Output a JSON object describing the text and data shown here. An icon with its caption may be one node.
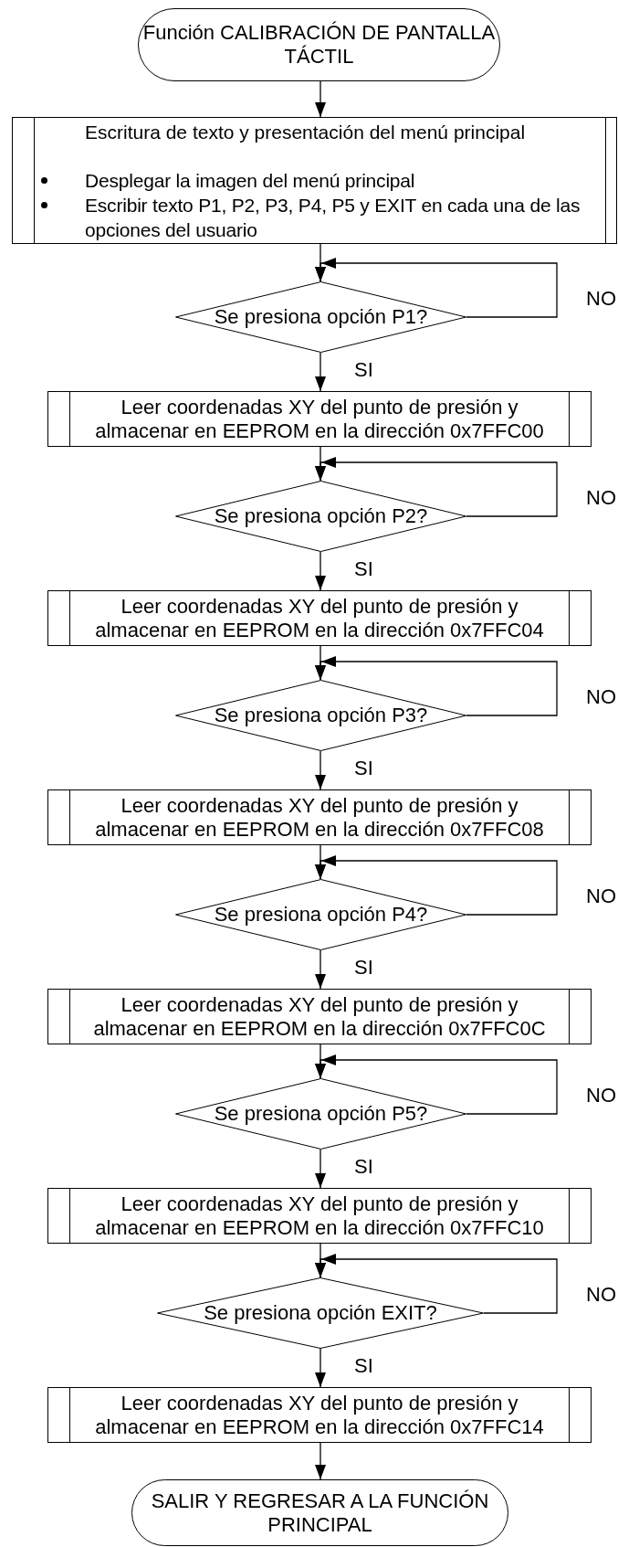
{
  "diagram": {
    "nodes": [
      {
        "text": [
          "Función CALIBRACIÓN DE PANTALLA TÁCTIL"
        ]
      },
      {
        "text": [
          "Escritura de texto y presentación del menú principal",
          "Desplegar la imagen del menú principal",
          "Escribir texto P1, P2, P3, P4, P5 y EXIT en cada una de las opciones del usuario"
        ]
      },
      {
        "text": [
          "Se presiona opción P1?"
        ]
      },
      {
        "text": [
          "Leer coordenadas XY del punto de presión y almacenar en EEPROM en la dirección 0x7FFC00"
        ]
      },
      {
        "text": [
          "Se presiona opción P2?"
        ]
      },
      {
        "text": [
          "Leer coordenadas XY del punto de presión y almacenar en EEPROM en la dirección 0x7FFC04"
        ]
      },
      {
        "text": [
          "Se presiona opción P3?"
        ]
      },
      {
        "text": [
          "Leer coordenadas XY del punto de presión y almacenar en EEPROM en la dirección 0x7FFC08"
        ]
      },
      {
        "text": [
          "Se presiona opción P4?"
        ]
      },
      {
        "text": [
          "Leer coordenadas XY del punto de presión y almacenar en EEPROM en la dirección 0x7FFC0C"
        ]
      },
      {
        "text": [
          "Se presiona opción P5?"
        ]
      },
      {
        "text": [
          "Leer coordenadas XY del punto de presión y almacenar en EEPROM en la dirección 0x7FFC10"
        ]
      },
      {
        "text": [
          "Se presiona opción EXIT?"
        ]
      },
      {
        "text": [
          "Leer coordenadas XY del punto de presión y almacenar en EEPROM en la dirección 0x7FFC14"
        ]
      },
      {
        "text": [
          "SALIR Y REGRESAR A LA FUNCIÓN PRINCIPAL"
        ]
      }
    ],
    "edges": [
      {
        "from": 0,
        "to": 1,
        "arrow": "to"
      },
      {
        "from": 1,
        "to": 2,
        "arrow": "to"
      },
      {
        "from": 2,
        "to": 2,
        "arrow": "to",
        "label": "NO"
      },
      {
        "from": 2,
        "to": 3,
        "arrow": "to",
        "label": "SI"
      },
      {
        "from": 3,
        "to": 4,
        "arrow": "to"
      },
      {
        "from": 4,
        "to": 4,
        "arrow": "to",
        "label": "NO"
      },
      {
        "from": 4,
        "to": 5,
        "arrow": "to",
        "label": "SI"
      },
      {
        "from": 5,
        "to": 6,
        "arrow": "to"
      },
      {
        "from": 6,
        "to": 6,
        "arrow": "to",
        "label": "NO"
      },
      {
        "from": 6,
        "to": 7,
        "arrow": "to",
        "label": "SI"
      },
      {
        "from": 7,
        "to": 8,
        "arrow": "to"
      },
      {
        "from": 8,
        "to": 8,
        "arrow": "to",
        "label": "NO"
      },
      {
        "from": 8,
        "to": 9,
        "arrow": "to",
        "label": "SI"
      },
      {
        "from": 9,
        "to": 10,
        "arrow": "to"
      },
      {
        "from": 10,
        "to": 10,
        "arrow": "to",
        "label": "NO"
      },
      {
        "from": 10,
        "to": 11,
        "arrow": "to",
        "label": "SI"
      },
      {
        "from": 11,
        "to": 12,
        "arrow": "to"
      },
      {
        "from": 12,
        "to": 12,
        "arrow": "to",
        "label": "NO"
      },
      {
        "from": 12,
        "to": 13,
        "arrow": "to",
        "label": "SI"
      },
      {
        "from": 13,
        "to": 14,
        "arrow": "to"
      }
    ]
  }
}
